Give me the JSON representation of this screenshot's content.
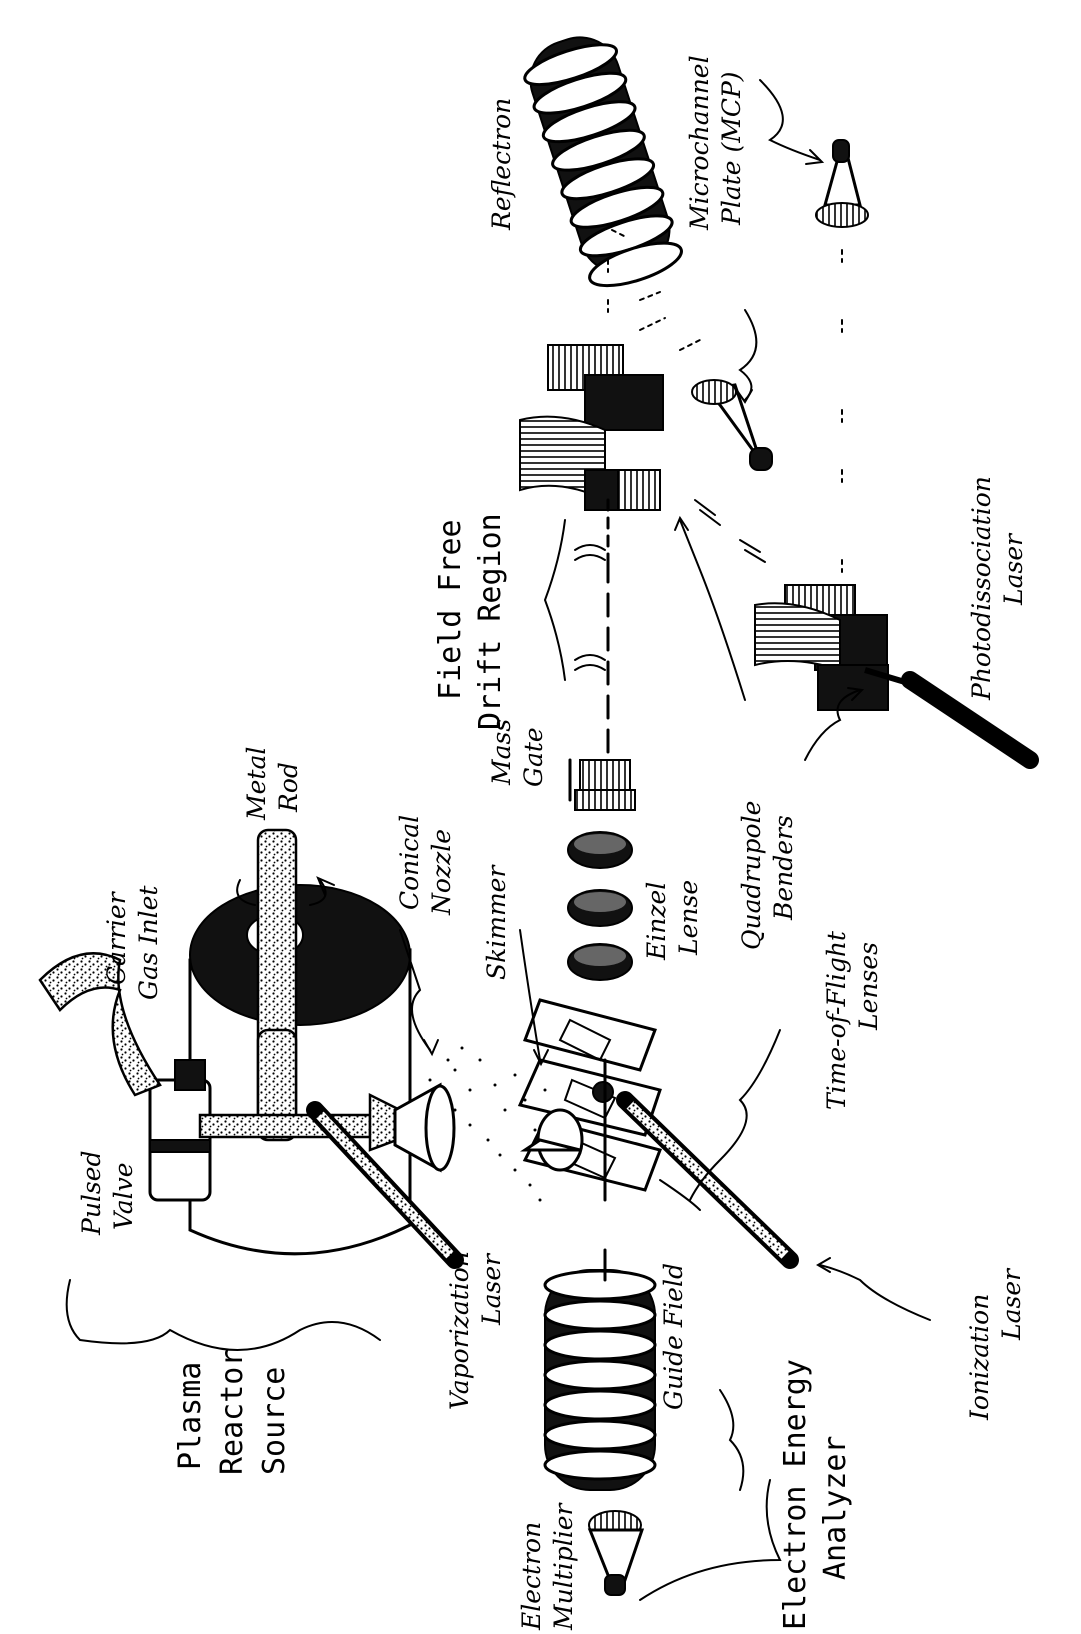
{
  "figure": {
    "background": "#ffffff",
    "ink": "#000000"
  },
  "labels": {
    "reflectron": "Reflectron",
    "mcp_line1": "Microchannel",
    "mcp_line2": "Plate (MCP)",
    "field_free_line1": "Field Free",
    "field_free_line2": "Drift Region",
    "photodissociation_line1": "Photodissociation",
    "photodissociation_line2": "Laser",
    "mass_gate_line1": "Mass",
    "mass_gate_line2": "Gate",
    "metal_rod_line1": "Metal",
    "metal_rod_line2": "Rod",
    "carrier_gas_line1": "Carrier",
    "carrier_gas_line2": "Gas Inlet",
    "conical_nozzle_line1": "Conical",
    "conical_nozzle_line2": "Nozzle",
    "skimmer": "Skimmer",
    "einzel_line1": "Einzel",
    "einzel_line2": "Lense",
    "quadrupole_line1": "Quadrupole",
    "quadrupole_line2": "Benders",
    "tof_line1": "Time-of-Flight",
    "tof_line2": "Lenses",
    "pulsed_valve_line1": "Pulsed",
    "pulsed_valve_line2": "Valve",
    "vaporization_line1": "Vaporization",
    "vaporization_line2": "Laser",
    "guide_field": "Guide Field",
    "ionization_line1": "Ionization",
    "ionization_line2": "Laser",
    "plasma_line1": "Plasma",
    "plasma_line2": "Reactor",
    "plasma_line3": "Source",
    "electron_mult_line1": "Electron",
    "electron_mult_line2": "Multiplier",
    "eea_line1": "Electron Energy",
    "eea_line2": "Analyzer"
  }
}
